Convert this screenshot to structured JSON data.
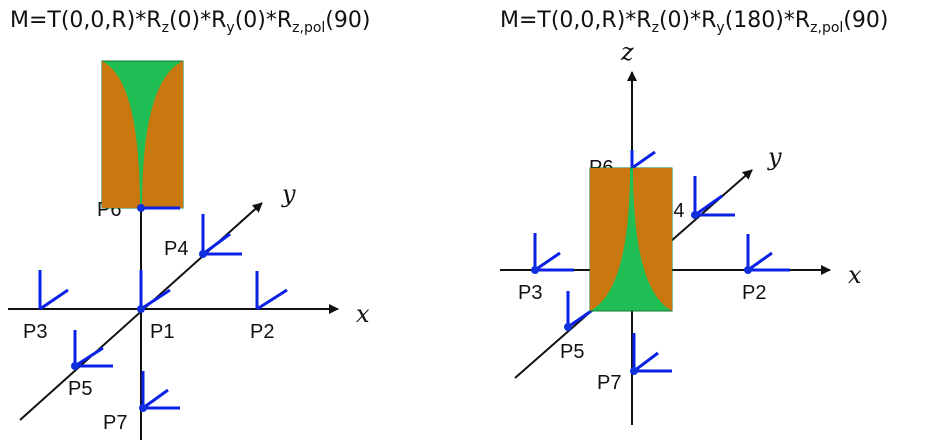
{
  "colors": {
    "frame_blue": "#0b22e6",
    "point_blue": "#1030dd",
    "axis": "#111111",
    "panel_green": "#1fbf55",
    "panel_orange": "#c8780f"
  },
  "left": {
    "formula": {
      "prefix": "M=T(0,0,R)*R",
      "s1": "z",
      "m1": "(0)*R",
      "s2": "y",
      "m2": "(0)*R",
      "s3": "z,pol",
      "suffix": "(90)"
    },
    "axes": {
      "x": "x",
      "y": "y"
    },
    "points": {
      "p1": "P1",
      "p2": "P2",
      "p3": "P3",
      "p4": "P4",
      "p5": "P5",
      "p6": "P6",
      "p7": "P7"
    }
  },
  "right": {
    "formula": {
      "prefix": "M=T(0,0,R)*R",
      "s1": "z",
      "m1": "(0)*R",
      "s2": "y",
      "m2": "(180)*R",
      "s3": "z,pol",
      "suffix": "(90)"
    },
    "axes": {
      "x": "x",
      "y": "y",
      "z": "z"
    },
    "points": {
      "p2": "P2",
      "p3": "P3",
      "p4": "P4",
      "p5": "P5",
      "p6": "P6",
      "p7": "P7"
    }
  }
}
